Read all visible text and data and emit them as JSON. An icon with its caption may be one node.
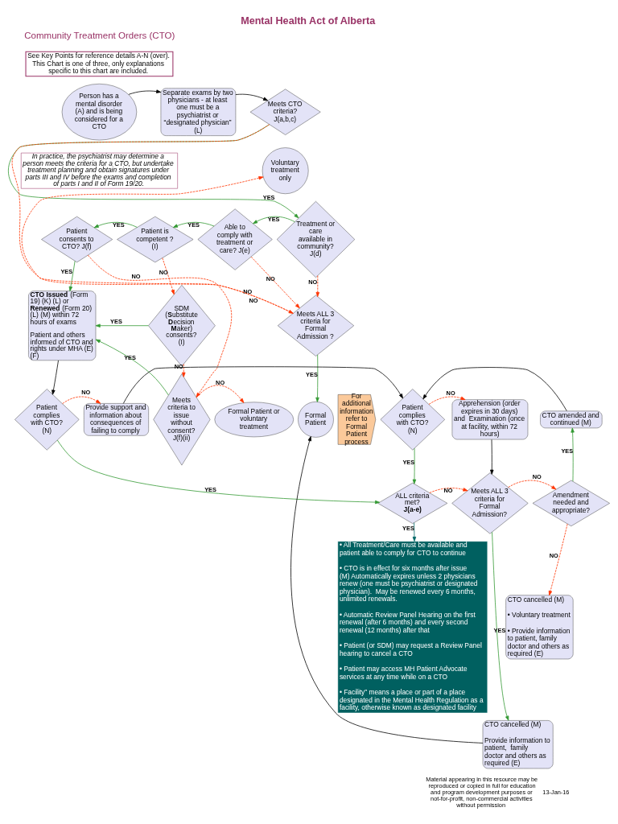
{
  "diagram": {
    "title": "Mental Health Act of Alberta",
    "nodes": [
      {
        "text": [
          "See Key Points for reference details A-N (over).  This Chart is one of three, only explanations specific to this chart are included."
        ]
      },
      {
        "text": [
          "Person has a mental disorder (A) and is being considered for a CTO"
        ]
      },
      {
        "text": [
          "Separate exams by two physicians - at least one must be a psychiatrist or “designated physician”  (L)"
        ]
      },
      {
        "text": [
          "Meets CTO criteria? J(a,b,c)"
        ]
      },
      {
        "text": [
          "In practice, the psychiatrist may determine a person meets the criteria for a CTO, but undertake treatment planning and obtain signatures under parts III and IV before the exams and completion of parts I and II of Form 19/20."
        ]
      },
      {
        "text": [
          "Voluntary treatment only"
        ]
      },
      {
        "text": [
          "Treatment or care available in community? J(d)"
        ]
      },
      {
        "text": [
          "Able to comply with treatment or care? J(e)"
        ]
      },
      {
        "text": [
          "Patient is competent ? (I)"
        ]
      },
      {
        "text": [
          "Patient consents to CTO? J(f)"
        ]
      },
      {
        "text": [
          "Meets ALL 3 criteria for Formal Admission ?"
        ]
      },
      {
        "text": [
          "SDM (**S**ubstitute **D**ecision **M**aker) consents? (I)"
        ]
      },
      {
        "text": [
          "Meets criteria to issue without consent? J(f)(ii)"
        ]
      },
      {
        "text": [
          "Formal Patient or voluntary treatment"
        ]
      },
      {
        "text": [
          "Formal Patient"
        ]
      },
      {
        "text": [
          "For additional information refer to Formal Patient process"
        ]
      },
      {
        "text": [
          "**CTO Issued** (Form 19) (K) (L) or **Renewed** (Form 20) (L) (M) within 72 hours of exams",
          "Patient and others informed of CTO and rights under MHA (E) (F)"
        ]
      },
      {
        "text": [
          "Patient complies with CTO? (N)"
        ]
      },
      {
        "text": [
          "Provide support and information about consequences of failing to comply"
        ]
      },
      {
        "text": [
          "Patient complies with CTO? (N)"
        ]
      },
      {
        "text": [
          "Apprehension (order expires in 30 days) and  Examination (once at facility, within 72 hours)"
        ]
      },
      {
        "text": [
          "CTO amended and continued (M)"
        ]
      },
      {
        "text": [
          "ALL criteria met? **J(a-e)**"
        ]
      },
      {
        "text": [
          "Meets ALL 3 criteria for Formal Admission?"
        ]
      },
      {
        "text": [
          "Amendment needed and appropriate?"
        ]
      },
      {
        "text": [
          "• All Treatment/Care must be available and patient able to comply for CTO to continue",
          "• CTO is in effect for six months after issue (M) Automatically expires unless 2 physicians renew (one must be psychiatrist or designated physician).  May be renewed every 6 months, unlimited renewals.",
          "• Automatic Review Panel Hearing on the first renewal (after 6 months) and every second renewal (12 months) after that",
          "• Patient (or SDM) may request a Review Panel hearing to cancel a CTO",
          "• Patient may access MH Patient Advocate services at any time while on a CTO",
          "• Facility” means a place or part of a place designated in the Mental Health Regulation as a facility, otherwise known as designated facility"
        ]
      },
      {
        "text": [
          "CTO cancelled (M)",
          "• Voluntary treatment",
          "• Provide information to patient, family  doctor and others as required (E)"
        ]
      },
      {
        "text": [
          "CTO cancelled (M)",
          "Provide information to patient,  family doctor and others as required (E)"
        ]
      }
    ],
    "edges": [
      {
        "from": 1,
        "to": 2,
        "arrow": "to",
        "color": "#000000"
      },
      {
        "from": 2,
        "to": 3,
        "arrow": "to",
        "color": "#000000"
      },
      {
        "from": 3,
        "to": 10,
        "arrow": "to",
        "label": "NO",
        "style": "dashed"
      },
      {
        "from": 3,
        "to": 6,
        "arrow": "to",
        "label": "YES",
        "color": "#339933"
      },
      {
        "from": 6,
        "to": 7,
        "arrow": "to",
        "label": "YES",
        "color": "#339933"
      },
      {
        "from": 7,
        "to": 8,
        "arrow": "to",
        "label": "YES",
        "color": "#339933"
      },
      {
        "from": 8,
        "to": 9,
        "arrow": "to",
        "label": "YES",
        "color": "#339933"
      },
      {
        "from": 9,
        "to": 16,
        "arrow": "to",
        "label": "YES",
        "color": "#339933"
      },
      {
        "from": 9,
        "to": 12,
        "arrow": "to",
        "label": "NO",
        "style": "dashed"
      },
      {
        "from": 8,
        "to": 11,
        "arrow": "to",
        "label": "NO",
        "style": "dashed"
      },
      {
        "from": 7,
        "to": 10,
        "arrow": "to",
        "label": "NO",
        "style": "dashed"
      },
      {
        "from": 6,
        "to": 10,
        "arrow": "to",
        "label": "NO",
        "style": "dashed"
      },
      {
        "from": 10,
        "to": 5,
        "arrow": "to",
        "label": "NO",
        "style": "dashed"
      },
      {
        "from": 10,
        "to": 14,
        "arrow": "to",
        "label": "YES",
        "color": "#339933"
      },
      {
        "from": 11,
        "to": 16,
        "arrow": "to",
        "label": "YES",
        "color": "#339933"
      },
      {
        "from": 11,
        "to": 12,
        "arrow": "to",
        "label": "NO",
        "style": "dashed"
      },
      {
        "from": 12,
        "to": 13,
        "arrow": "to",
        "label": "NO",
        "style": "dashed"
      },
      {
        "from": 12,
        "to": 16,
        "arrow": "to",
        "label": "YES",
        "color": "#339933"
      },
      {
        "from": 16,
        "to": 17,
        "arrow": "to",
        "color": "#000000"
      },
      {
        "from": 17,
        "to": 18,
        "arrow": "to",
        "label": "NO",
        "style": "dashed"
      },
      {
        "from": 17,
        "to": 22,
        "arrow": "to",
        "label": "YES",
        "color": "#339933"
      },
      {
        "from": 18,
        "to": 19,
        "arrow": "to",
        "color": "#000000"
      },
      {
        "from": 19,
        "to": 20,
        "arrow": "to",
        "label": "NO",
        "style": "dashed"
      },
      {
        "from": 19,
        "to": 22,
        "arrow": "to",
        "label": "YES",
        "color": "#339933"
      },
      {
        "from": 20,
        "to": 23,
        "arrow": "to",
        "color": "#000000"
      },
      {
        "from": 22,
        "to": 23,
        "arrow": "to",
        "label": "NO",
        "style": "dashed"
      },
      {
        "from": 22,
        "to": 25,
        "arrow": "to",
        "label": "YES",
        "color": "#006666"
      },
      {
        "from": 23,
        "to": 24,
        "arrow": "to",
        "label": "NO",
        "style": "dashed"
      },
      {
        "from": 23,
        "to": 27,
        "arrow": "to",
        "label": "YES",
        "color": "#339933"
      },
      {
        "from": 24,
        "to": 21,
        "arrow": "to",
        "label": "YES",
        "color": "#339933"
      },
      {
        "from": 24,
        "to": 26,
        "arrow": "to",
        "label": "NO",
        "style": "dashed"
      },
      {
        "from": 21,
        "to": 19,
        "arrow": "to",
        "color": "#000000"
      },
      {
        "from": 27,
        "to": 14,
        "arrow": "to",
        "color": "#000000"
      }
    ],
    "labels": [
      "Community Treatment Orders (CTO)",
      "Material appearing in this resource may be reproduced or copied in full for education and program development purposes or not-for-profit, non-commercial activities without permission",
      "13-Jan-16"
    ]
  }
}
